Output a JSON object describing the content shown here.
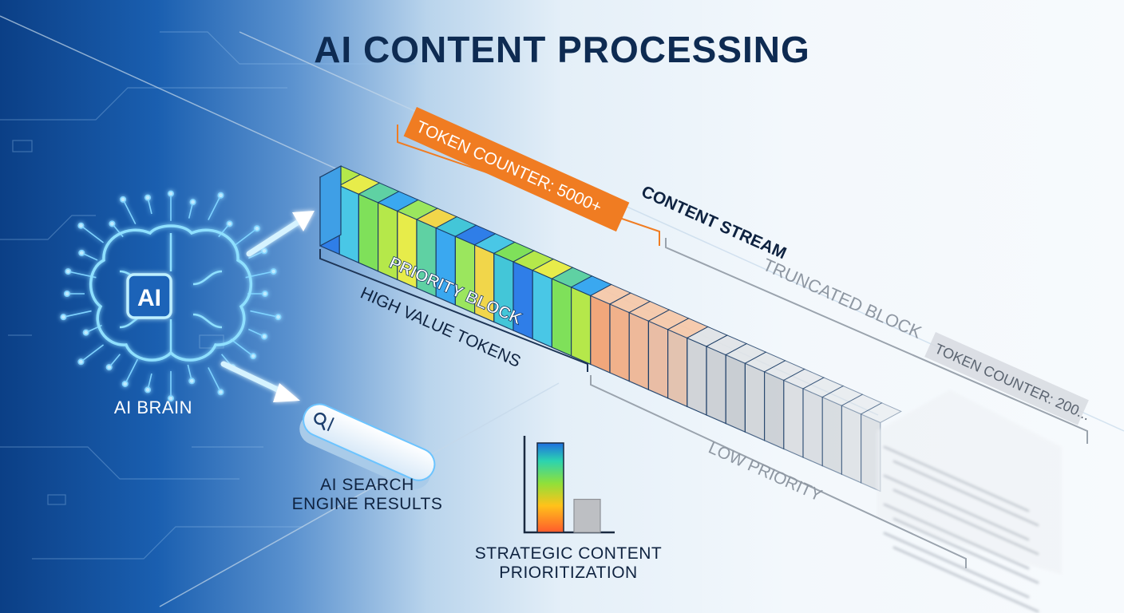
{
  "title": "AI CONTENT PROCESSING",
  "brain": {
    "chip_text": "AI",
    "label": "AI BRAIN"
  },
  "search": {
    "label_line1": "AI SEARCH",
    "label_line2": "ENGINE RESULTS"
  },
  "stream": {
    "token_counter_high": "TOKEN COUNTER: 5000+",
    "content_stream": "CONTENT STREAM",
    "priority_block": "PRIORITY BLOCK",
    "high_value_tokens": "HIGH VALUE TOKENS",
    "truncated_block": "TRUNCATED BLOCK",
    "token_counter_low": "TOKEN COUNTER: 200...",
    "low_priority": "LOW PRIORITY"
  },
  "prioritization": {
    "label_line1": "STRATEGIC CONTENT",
    "label_line2": "PRIORITIZATION",
    "bars": [
      1.0,
      0.37
    ]
  },
  "colors": {
    "accent_orange": "#f07c22",
    "title": "#0e2b52",
    "glow_blue": "#4fc3ff",
    "low_gray": "#b8bcc2"
  }
}
